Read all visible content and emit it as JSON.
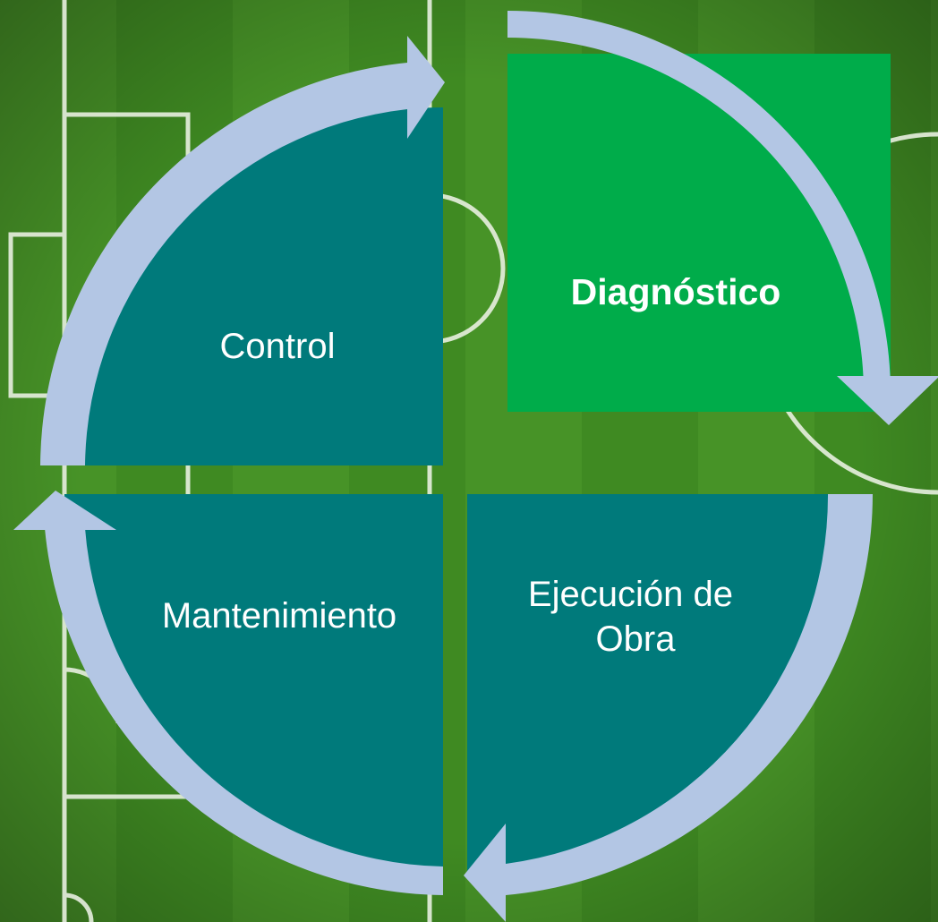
{
  "colors": {
    "field_base": "#3f8a22",
    "field_light": "#55a330",
    "field_dark": "#2e6e17",
    "pitch_lines": "#e8efe0",
    "quadrant_active": "#00ac4a",
    "quadrant_default": "#007a7b",
    "cycle_arrow": "#b3c6e4",
    "label_text": "#ffffff"
  },
  "cycle": {
    "direction": "clockwise",
    "active_step": "diagnostico",
    "steps": [
      {
        "id": "diagnostico",
        "label": "Diagnóstico",
        "bold": true,
        "active": true
      },
      {
        "id": "ejecucion",
        "label_lines": [
          "Ejecución de",
          "Obra"
        ],
        "bold": false,
        "active": false
      },
      {
        "id": "mantenimiento",
        "label": "Mantenimiento",
        "bold": false,
        "active": false
      },
      {
        "id": "control",
        "label": "Control",
        "bold": false,
        "active": false
      }
    ]
  }
}
